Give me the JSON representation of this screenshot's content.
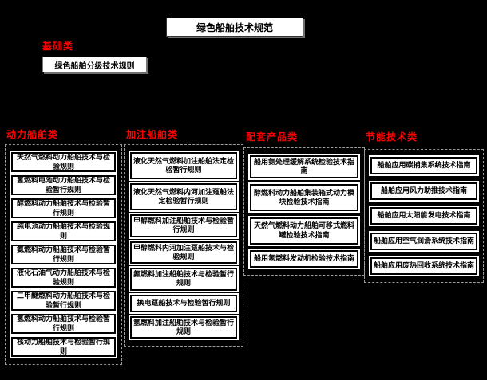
{
  "diagram": {
    "title": "绿色船舶技术规范",
    "base_label": "基础类",
    "base_rule": "绿色船舶分级技术规则",
    "colors": {
      "background": "#000000",
      "box_background": "#ffffff",
      "box_border": "#000000",
      "label_red": "#ff0000"
    },
    "columns": [
      {
        "label": "动力船舶类",
        "items": [
          "天然气燃料动力船舶技术与检验规则",
          "氢燃料电池动力船舶技术与检验暂行规则",
          "醇燃料动力船舶技术与检验暂行规则",
          "纯电池动力船舶技术与检验规则",
          "氨燃料动力船舶技术与检验暂行规则",
          "液化石油气动力船舶技术与检验规则",
          "二甲醚燃料动力船舶技术与检验暂行规则",
          "氢燃料动力船舶技术与检验暂行规则",
          "核动力船舶技术与检验暂行规则"
        ]
      },
      {
        "label": "加注船舶类",
        "items": [
          "液化天然气燃料加注船舶法定检验暂行规则",
          "液化天然气燃料内河加注趸船法定检验暂行规则",
          "甲醇燃料加注船舶技术与检验暂行规则",
          "甲醇燃料内河加注趸船技术与检验规则",
          "氨燃料加注船舶技术与检验暂行规则",
          "换电趸船技术与检验暂行规则",
          "氢燃料加注船舶技术与检验暂行规则"
        ]
      },
      {
        "label": "配套产品类",
        "items": [
          "船用氨处理缓解系统检验技术指南",
          "醇燃料动力船舶集装箱式动力模块检验技术指南",
          "天然气燃料动力船舶可移式燃料罐检验技术指南",
          "船用氢燃料发动机检验技术指南"
        ]
      },
      {
        "label": "节能技术类",
        "items": [
          "船舶应用碳捕集系统技术指南",
          "船舶应用风力助推技术指南",
          "船舶应用太阳能发电技术指南",
          "船舶应用空气润滑系统技术指南",
          "船舶应用废热回收系统技术指南"
        ]
      }
    ]
  }
}
